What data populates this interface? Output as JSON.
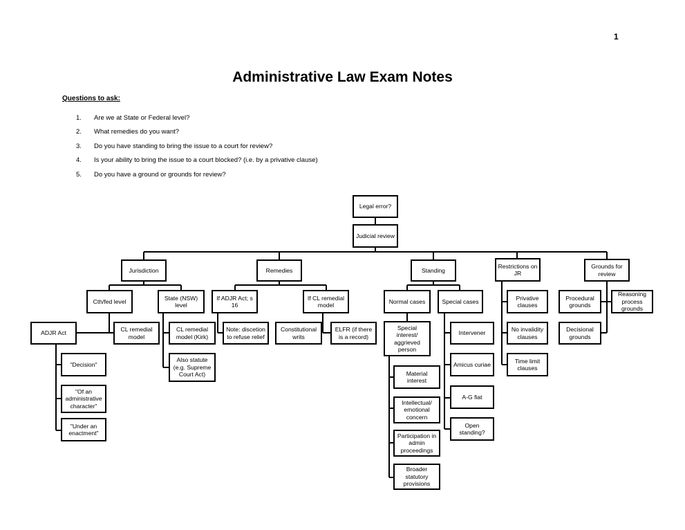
{
  "page_number": "1",
  "title": "Administrative Law Exam Notes",
  "questions_heading": "Questions to ask:",
  "questions": [
    {
      "num": "1.",
      "text": "Are we at State or Federal level?"
    },
    {
      "num": "2.",
      "text": "What remedies do you want?"
    },
    {
      "num": "3.",
      "text": "Do you have standing to bring the issue to a court for review?"
    },
    {
      "num": "4.",
      "text": "Is your ability to bring the issue to a court blocked? (i.e. by a privative clause)"
    },
    {
      "num": "5.",
      "text": "Do you have a ground or grounds for review?"
    }
  ],
  "diagram": {
    "legal_error": "Legal error?",
    "judicial_review": "Judicial review",
    "jurisdiction": "Jurisdiction",
    "cth_fed_level": "Cth/fed level",
    "state_nsw_level": "State (NSW) level",
    "adjr_act": "ADJR Act",
    "cl_remedial_model_1": "CL remedial model",
    "cl_remedial_model_kirk": "CL remedial model (Kirk)",
    "also_statute": "Also statute (e.g. Supreme Court Act)",
    "decision": "\"Decision\"",
    "administrative_character": "\"Of an administrative character\"",
    "under_enactment": "\"Under an enactment\"",
    "remedies": "Remedies",
    "if_adjr_act": "If ADJR Act; s 16",
    "if_cl_remedial_model": "If CL remedial model",
    "note_discretion": "Note: discetion to refuse relief",
    "constitutional_writs": "Constitutional writs",
    "elfr": "ELFR (if there is a record)",
    "standing": "Standing",
    "normal_cases": "Normal cases",
    "special_cases": "Special cases",
    "special_interest": "Special interest/ aggrieved person",
    "material_interest": "Material interest",
    "intellectual_concern": "Intellectual/ emotional concern",
    "participation": "Participation in admin proceedings",
    "broader_statutory": "Broader statutory provisions",
    "intervener": "Intervener",
    "amicus_curiae": "Amicus curiae",
    "ag_fiat": "A-G fiat",
    "open_standing": "Open standing?",
    "restrictions_on_jr": "Restrictions on JR",
    "privative_clauses": "Privative clauses",
    "no_invalidity": "No invalidity clauses",
    "time_limit": "Time limit clauses",
    "grounds_for_review": "Grounds for review",
    "procedural_grounds": "Procedural grounds",
    "reasoning_process": "Reasoning process grounds",
    "decisional_grounds": "Decisional grounds"
  }
}
